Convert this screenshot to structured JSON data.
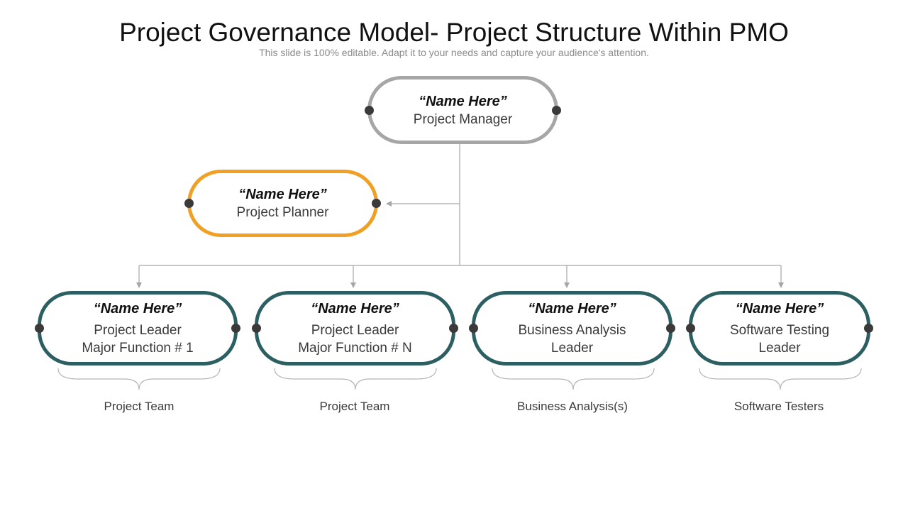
{
  "title": "Project Governance Model- Project Structure Within PMO",
  "subtitle": "This slide is 100% editable. Adapt it to your needs and capture your audience's attention.",
  "colors": {
    "manager_border": "#a6a6a6",
    "planner_border": "#f0a024",
    "leader_border": "#2b5f62",
    "connector": "#a6a6a6",
    "dot": "#3a3a3a"
  },
  "manager": {
    "name": "“Name Here”",
    "role_lines": [
      "Project Manager"
    ]
  },
  "planner": {
    "name": "“Name Here”",
    "role_lines": [
      "Project Planner"
    ]
  },
  "leaders": [
    {
      "name": "“Name Here”",
      "role_lines": [
        "Project Leader",
        "Major Function # 1"
      ],
      "team": "Project Team"
    },
    {
      "name": "“Name Here”",
      "role_lines": [
        "Project Leader",
        "Major Function # N"
      ],
      "team": "Project Team"
    },
    {
      "name": "“Name Here”",
      "role_lines": [
        "Business Analysis",
        "Leader"
      ],
      "team": "Business Analysis(s)"
    },
    {
      "name": "“Name Here”",
      "role_lines": [
        "Software Testing",
        "Leader"
      ],
      "team": "Software Testers"
    }
  ]
}
